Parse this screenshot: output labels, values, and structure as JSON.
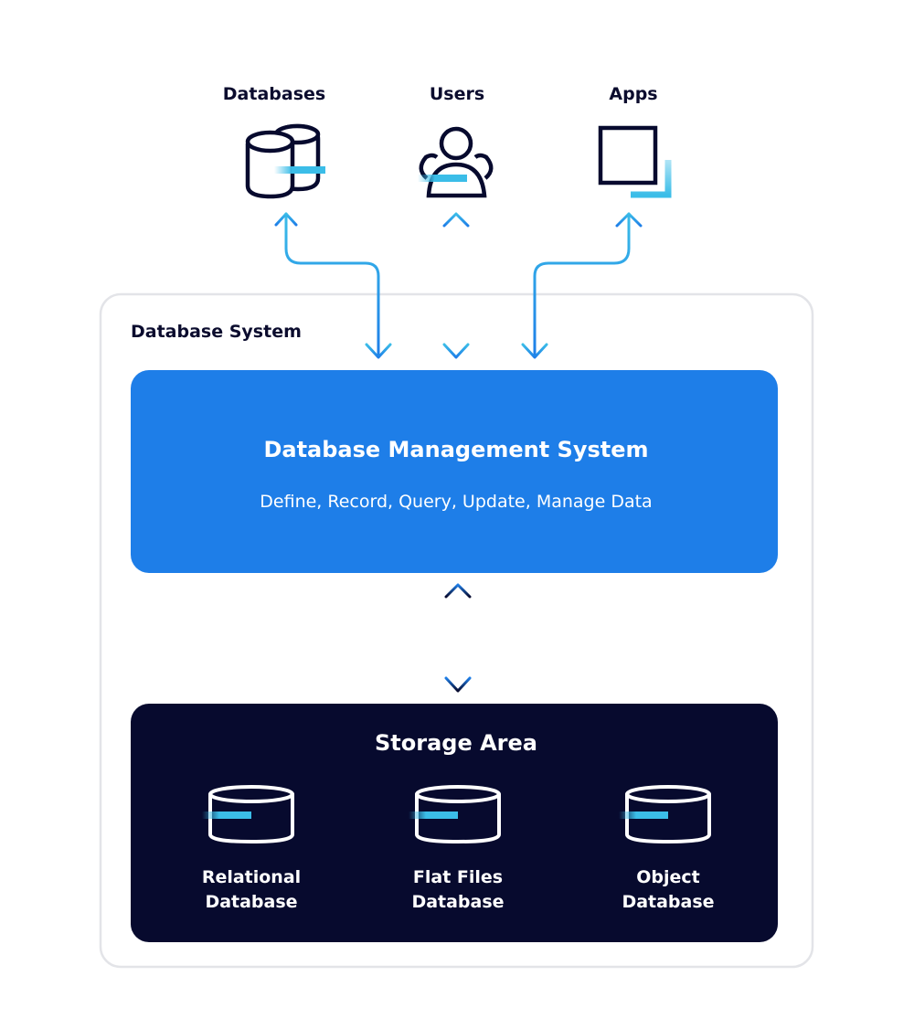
{
  "top_nodes": [
    {
      "label": "Databases",
      "icon": "databases-icon"
    },
    {
      "label": "Users",
      "icon": "users-icon"
    },
    {
      "label": "Apps",
      "icon": "apps-icon"
    }
  ],
  "system": {
    "label": "Database System"
  },
  "dbms": {
    "title": "Database Management System",
    "subtitle": "Define, Record, Query, Update, Manage Data"
  },
  "storage": {
    "title": "Storage Area",
    "databases": [
      {
        "line1": "Relational",
        "line2": "Database",
        "icon": "database-cylinder-icon"
      },
      {
        "line1": "Flat Files",
        "line2": "Database",
        "icon": "database-cylinder-icon"
      },
      {
        "line1": "Object",
        "line2": "Database",
        "icon": "database-cylinder-icon"
      }
    ]
  },
  "colors": {
    "navy": "#070a2e",
    "blue": "#1e7ee8",
    "light_blue": "#3bbde8",
    "frame_border": "#e3e4e8"
  }
}
